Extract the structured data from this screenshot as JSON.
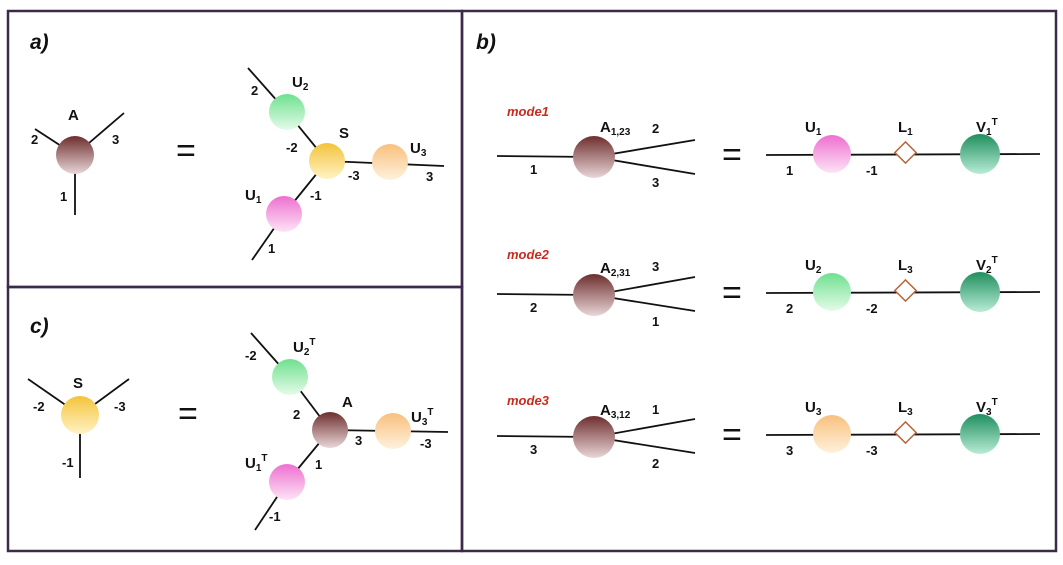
{
  "panels": {
    "a": {
      "label": "a)",
      "lhs": {
        "node": "A",
        "legs": [
          "2",
          "3",
          "1"
        ]
      },
      "eq": "=",
      "rhs": {
        "core": "S",
        "core_legs": [
          "-2",
          "-3",
          "-1"
        ],
        "u2": {
          "base": "U",
          "sub": "2",
          "leg": "2"
        },
        "u3": {
          "base": "U",
          "sub": "3",
          "leg": "3"
        },
        "u1": {
          "base": "U",
          "sub": "1",
          "leg": "1"
        }
      }
    },
    "b": {
      "label": "b)",
      "rows": [
        {
          "mode": "mode1",
          "node_base": "A",
          "node_sub": "1,23",
          "leg_in": "1",
          "leg_up": "2",
          "leg_down": "3",
          "eq": "=",
          "u_base": "U",
          "u_sub": "1",
          "u_leg": "1",
          "link": "-1",
          "l_base": "L",
          "l_sub": "1",
          "v_base": "V",
          "v_sub": "1",
          "v_sup": "T"
        },
        {
          "mode": "mode2",
          "node_base": "A",
          "node_sub": "2,31",
          "leg_in": "2",
          "leg_up": "3",
          "leg_down": "1",
          "eq": "=",
          "u_base": "U",
          "u_sub": "2",
          "u_leg": "2",
          "link": "-2",
          "l_base": "L",
          "l_sub": "3",
          "v_base": "V",
          "v_sub": "2",
          "v_sup": "T"
        },
        {
          "mode": "mode3",
          "node_base": "A",
          "node_sub": "3,12",
          "leg_in": "3",
          "leg_up": "1",
          "leg_down": "2",
          "eq": "=",
          "u_base": "U",
          "u_sub": "3",
          "u_leg": "3",
          "link": "-3",
          "l_base": "L",
          "l_sub": "3",
          "v_base": "V",
          "v_sub": "3",
          "v_sup": "T"
        }
      ]
    },
    "c": {
      "label": "c)",
      "lhs": {
        "node": "S",
        "legs": [
          "-2",
          "-3",
          "-1"
        ]
      },
      "eq": "=",
      "rhs": {
        "core": "A",
        "core_legs": [
          "2",
          "3",
          "1"
        ],
        "u2": {
          "base": "U",
          "sub": "2",
          "sup": "T",
          "leg": "-2"
        },
        "u3": {
          "base": "U",
          "sub": "3",
          "sup": "T",
          "leg": "-3"
        },
        "u1": {
          "base": "U",
          "sub": "1",
          "sup": "T",
          "leg": "-1"
        }
      }
    }
  },
  "colors": {
    "A": "#7a3a3a",
    "S": "#f2c84b",
    "U1": "#f07ad0",
    "U2": "#7fe39a",
    "U3": "#f9c98a",
    "V": "#2f9e70",
    "L": "#b8653a",
    "mode": "#cc2a1e",
    "frame": "#3d2a4a"
  }
}
